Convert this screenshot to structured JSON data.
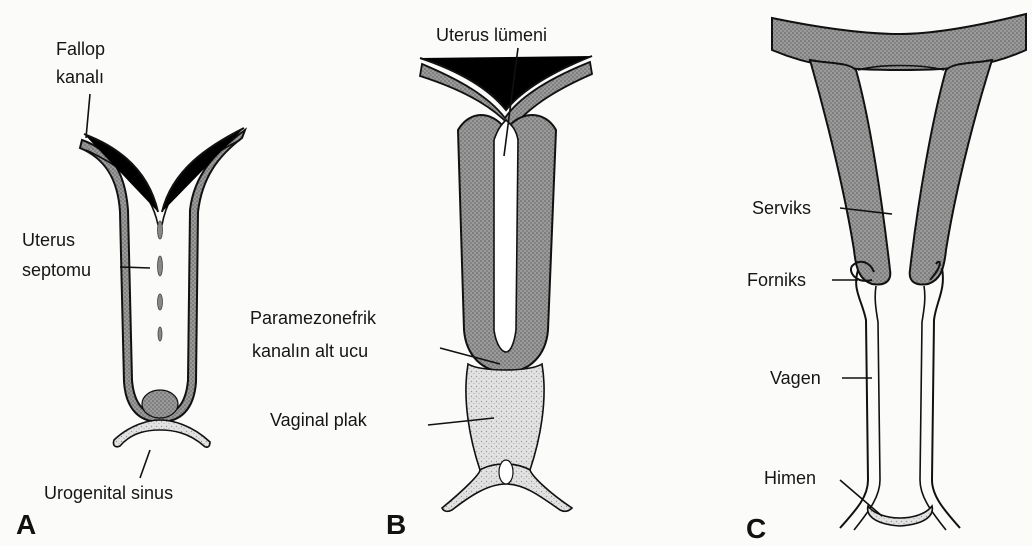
{
  "colors": {
    "tissue": "#8e8e8e",
    "tissue_dark": "#6d6d6d",
    "plug": "#d9d9d9",
    "ink": "#111111"
  },
  "panels": [
    {
      "letter": "A",
      "labels": {
        "fallop_line1": "Fallop",
        "fallop_line2": "kanalı",
        "septum_line1": "Uterus",
        "septum_line2": "septomu",
        "urogenital": "Urogenital sinus"
      }
    },
    {
      "letter": "B",
      "labels": {
        "lumen": "Uterus lümeni",
        "para_line1": "Paramezonefrik",
        "para_line2": "kanalın alt ucu",
        "vaginal_plate": "Vaginal plak"
      }
    },
    {
      "letter": "C",
      "labels": {
        "cervix": "Serviks",
        "fornix": "Forniks",
        "vagina": "Vagen",
        "hymen": "Himen"
      }
    }
  ]
}
